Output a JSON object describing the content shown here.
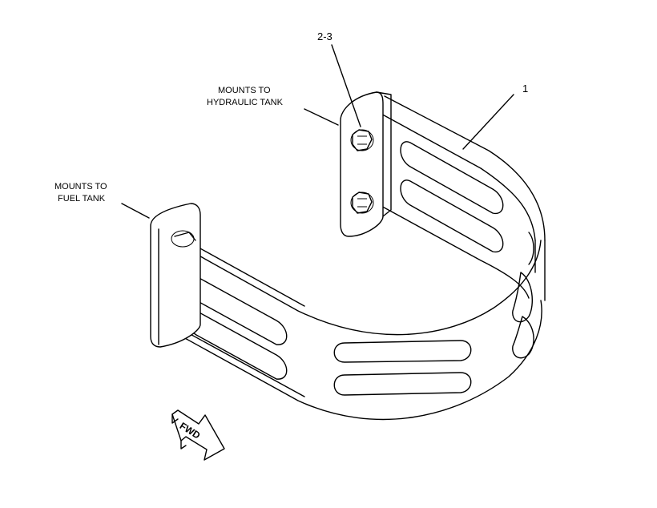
{
  "labels": {
    "callout_1": "1",
    "callout_2_3": "2-3",
    "hydraulic_line1": "MOUNTS TO",
    "hydraulic_line2": "HYDRAULIC TANK",
    "fuel_line1": "MOUNTS TO",
    "fuel_line2": "FUEL TANK",
    "fwd": "FWD"
  }
}
